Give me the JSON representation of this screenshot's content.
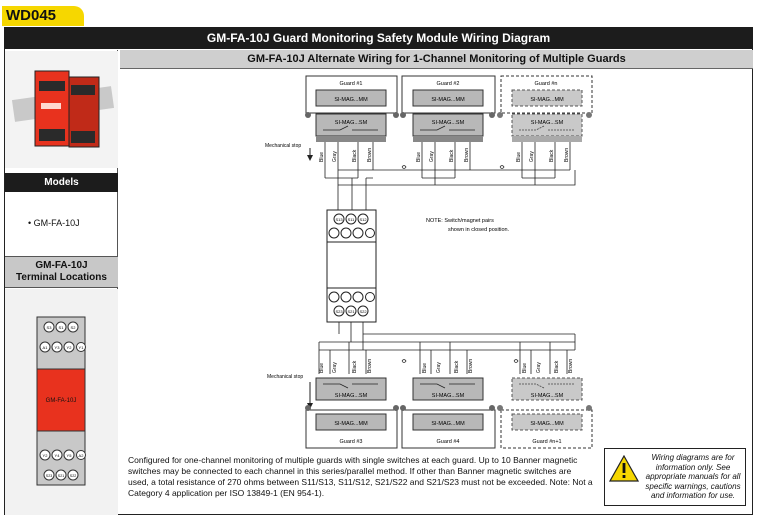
{
  "header": {
    "code": "WD045",
    "title": "GM-FA-10J Guard Monitoring Safety Module Wiring Diagram",
    "subtitle": "GM-FA-10J Alternate Wiring for 1-Channel Monitoring of Multiple Guards"
  },
  "sidebar": {
    "models_heading": "Models",
    "model_item": "GM-FA-10J",
    "terminal_heading_line1": "GM-FA-10J",
    "terminal_heading_line2": "Terminal Locations",
    "module_label": "GM-FA-10J",
    "top_terminals_row1": [
      "S3",
      "S1",
      "S2"
    ],
    "top_terminals_row2": [
      "A1",
      "Y3",
      "Y2",
      "Y1"
    ],
    "bottom_terminals_row1": [
      "Y2",
      "Y4",
      "Y5",
      "A2"
    ],
    "bottom_terminals_row2": [
      "S23",
      "S21",
      "S22"
    ]
  },
  "diagram": {
    "mechanical_stop_top": "Mechanical stop",
    "mechanical_stop_bottom": "Mechanical stop",
    "magnet_label": "SI-MAG...MM",
    "switch_label": "SI-MAG...SM",
    "guards_top": [
      "Guard #1",
      "Guard #2",
      "Guard #n"
    ],
    "guards_bottom": [
      "Guard #3",
      "Guard #4",
      "Guard #n+1"
    ],
    "wire_colors_top": [
      "Blue",
      "Gray",
      "Black",
      "Brown"
    ],
    "wire_colors_bottom": [
      "Blue",
      "Gray",
      "Black",
      "Brown"
    ],
    "module_top_terminals": [
      "S13",
      "S11",
      "S12"
    ],
    "module_bottom_terminals": [
      "S23",
      "S21",
      "S22"
    ],
    "note_line1": "NOTE: Switch/magnet pairs",
    "note_line2": "shown in closed position."
  },
  "description": "Configured for one-channel monitoring of multiple guards with single switches at each guard. Up to 10 Banner magnetic switches may be connected to each channel in this series/parallel method. If other than Banner magnetic switches are used, a total resistance of 270 ohms between S11/S13, S11/S12, S21/S22 and S21/S23 must not be exceeded. Note: Not a Category 4 application per ISO 13849-1 (EN 954-1).",
  "warning": "Wiring diagrams are for information only. See appropriate manuals for all specific warnings, cautions and information for use.",
  "colors": {
    "tab_yellow": "#f6d700",
    "title_black": "#1c1c1c",
    "module_red": "#e8321e",
    "switch_gray": "#b8b8b8"
  }
}
